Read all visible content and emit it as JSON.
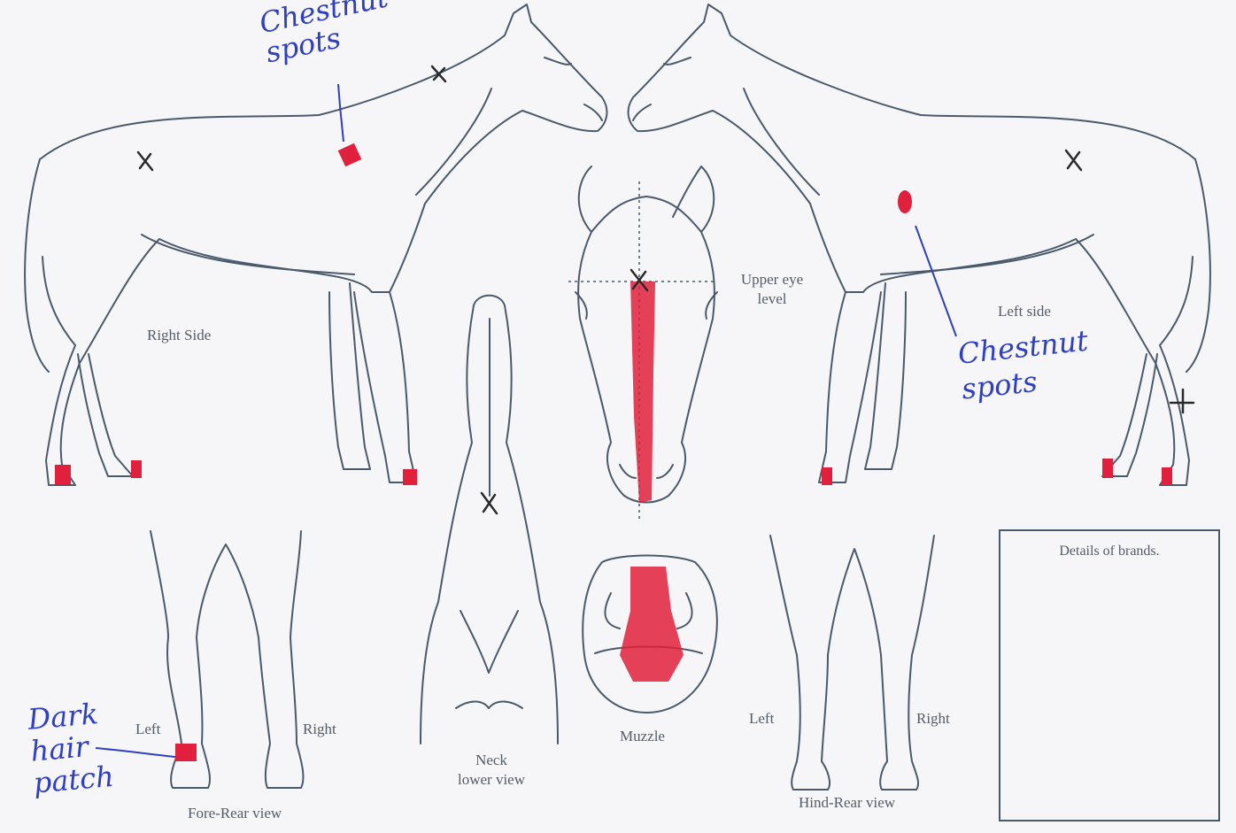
{
  "labels": {
    "right_side": "Right Side",
    "left_side": "Left side",
    "upper_eye_level": "Upper eye\nlevel",
    "neck_lower_view": "Neck\nlower view",
    "muzzle": "Muzzle",
    "fore_rear_view": "Fore-Rear view",
    "hind_rear_view": "Hind-Rear view",
    "fore_left": "Left",
    "fore_right": "Right",
    "hind_left": "Left",
    "hind_right": "Right",
    "brands_title": "Details of brands."
  },
  "annotations": {
    "chestnut_spots_right": "Chestnut\nspots",
    "chestnut_spots_left": "Chestnut\nspots",
    "dark_hair_patch": "Dark\nhair\npatch"
  },
  "colors": {
    "outline": "#4a5a6c",
    "marking_red": "#e0203c",
    "pen_blue": "#2f3fc4",
    "x_mark": "#2a2a2a"
  }
}
